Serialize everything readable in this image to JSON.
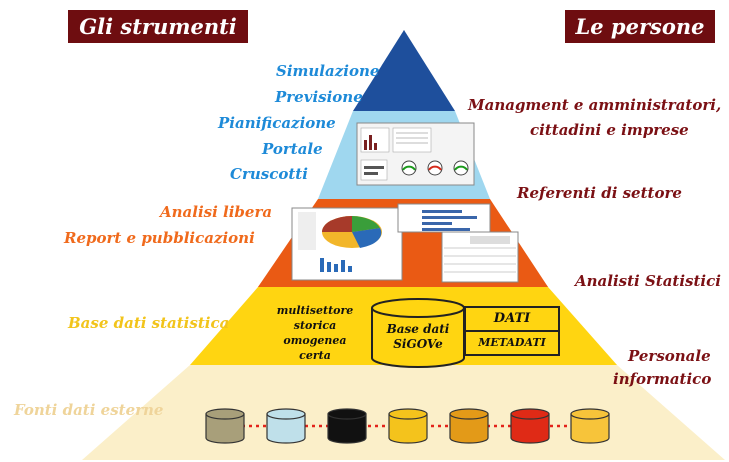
{
  "headers": {
    "left": "Gli strumenti",
    "right": "Le persone"
  },
  "left_labels": {
    "simulazione": "Simulazione",
    "previsione": "Previsione",
    "pianificazione": "Pianificazione",
    "portale": "Portale",
    "cruscotti": "Cruscotti",
    "analisi_libera": "Analisi libera",
    "report": "Report e pubblicazioni",
    "base_dati": "Base dati statistica",
    "fonti": "Fonti dati esterne"
  },
  "right_labels": {
    "managment_1": "Managment e amministratori,",
    "managment_2": "cittadini e imprese",
    "referenti": "Referenti di settore",
    "analisti": "Analisti Statistici",
    "personale_1": "Personale",
    "personale_2": "informatico"
  },
  "base_layer": {
    "features": [
      "multisettore",
      "storica",
      "omogenea",
      "certa"
    ],
    "db_label_1": "Base dati",
    "db_label_2": "SiGOVe",
    "dati": "DATI",
    "metadati": "METADATI"
  },
  "colors": {
    "apex": "#1e4f9c",
    "tier_light_blue": "#9fd7ef",
    "tier_orange": "#ea5a14",
    "tier_yellow": "#ffd511",
    "tier_base": "#fbefc9",
    "header_bg": "#6e0d10"
  },
  "source_cylinders": [
    {
      "name": "cylinder-khaki",
      "color": "#a89f7a"
    },
    {
      "name": "cylinder-light-blue",
      "color": "#bfe0ea"
    },
    {
      "name": "cylinder-black",
      "color": "#111111"
    },
    {
      "name": "cylinder-yellow",
      "color": "#f4c31c"
    },
    {
      "name": "cylinder-amber",
      "color": "#e39a18"
    },
    {
      "name": "cylinder-red",
      "color": "#df2a16"
    },
    {
      "name": "cylinder-gold",
      "color": "#f7c43a"
    }
  ]
}
